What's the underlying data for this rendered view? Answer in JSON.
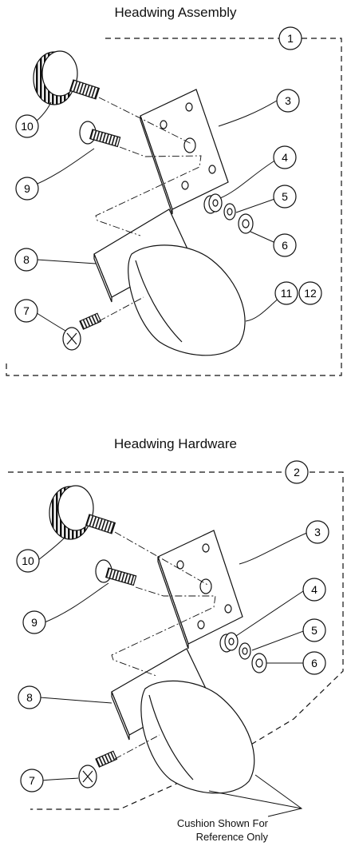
{
  "assembly": {
    "title": "Headwing Assembly",
    "callouts": [
      "1",
      "3",
      "4",
      "5",
      "6",
      "8",
      "7",
      "9",
      "10",
      "11",
      "12"
    ]
  },
  "hardware": {
    "title": "Headwing Hardware",
    "callouts": [
      "2",
      "3",
      "4",
      "5",
      "6",
      "8",
      "7",
      "9",
      "10"
    ],
    "note_line1": "Cushion Shown For",
    "note_line2": "Reference Only"
  }
}
